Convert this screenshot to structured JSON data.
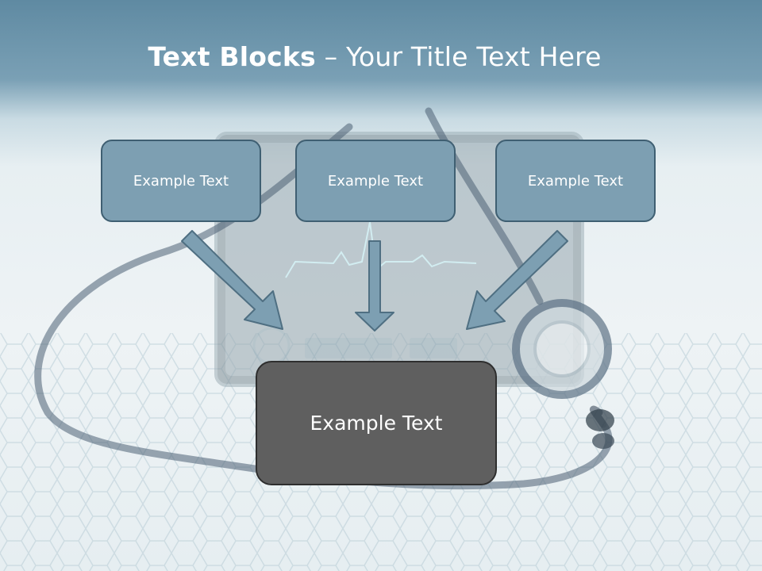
{
  "slide": {
    "title_bold": "Text Blocks",
    "title_rest": " – Your Title Text Here"
  },
  "blocks": {
    "left": "Example Text",
    "center": "Example Text",
    "right": "Example Text",
    "main": "Example Text"
  },
  "colors": {
    "header": "#5f8aa2",
    "small_box_fill": "#7d9fb2",
    "small_box_border": "#3f5f72",
    "main_box_fill": "#5f5f5f",
    "arrow_fill": "#7d9fb2"
  }
}
